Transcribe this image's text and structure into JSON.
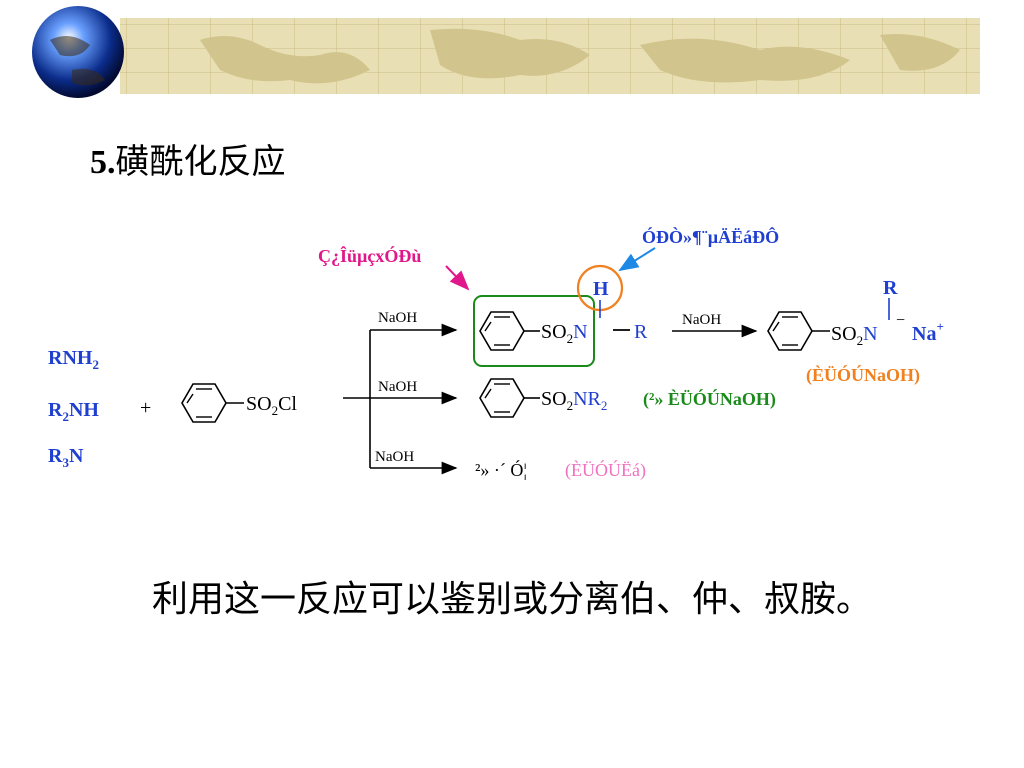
{
  "slide": {
    "title_number": "5.",
    "title_text": "磺酰化反应",
    "caption": "利用这一反应可以鉴别或分离伯、仲、叔胺。"
  },
  "colors": {
    "blue": "#1f3fd0",
    "magenta": "#e0168a",
    "green": "#1a8a1a",
    "orange": "#f08020",
    "pink": "#f070c0",
    "gold": "#e6dcaa",
    "sky": "#1e88e5"
  },
  "scheme": {
    "reactants": {
      "amine_1": "RNH",
      "amine_1_sub": "2",
      "amine_2_pre": "R",
      "amine_2_pre_sub": "2",
      "amine_2": "NH",
      "amine_3_pre": "R",
      "amine_3_pre_sub": "3",
      "amine_3": "N",
      "plus": "+",
      "sulfonyl_so": "SO",
      "sulfonyl_sub": "2",
      "sulfonyl_cl": "Cl"
    },
    "reagent": "NaOH",
    "product_1": {
      "so": "SO",
      "sub": "2",
      "n": "N",
      "bond_r": "R",
      "h": "H"
    },
    "product_1_salt": {
      "so": "SO",
      "sub": "2",
      "n": "N",
      "charge_minus": "−",
      "na": "Na",
      "charge_plus": "+",
      "r": "R",
      "note": "(ÈÜÓÚNaOH)"
    },
    "product_2": {
      "so": "SO",
      "sub": "2",
      "nr": "NR",
      "nr_sub": "2",
      "note": "(²» ÈÜÓÚNaOH)"
    },
    "product_3": {
      "text": "²» ·´ Ó¦",
      "note": "(ÈÜÓÚËá)"
    },
    "annotations": {
      "left_label": "Ç¿ÎüµçxÓÐù",
      "top_label": "ÓÐÒ»¶¨µÄËáÐÔ"
    }
  }
}
